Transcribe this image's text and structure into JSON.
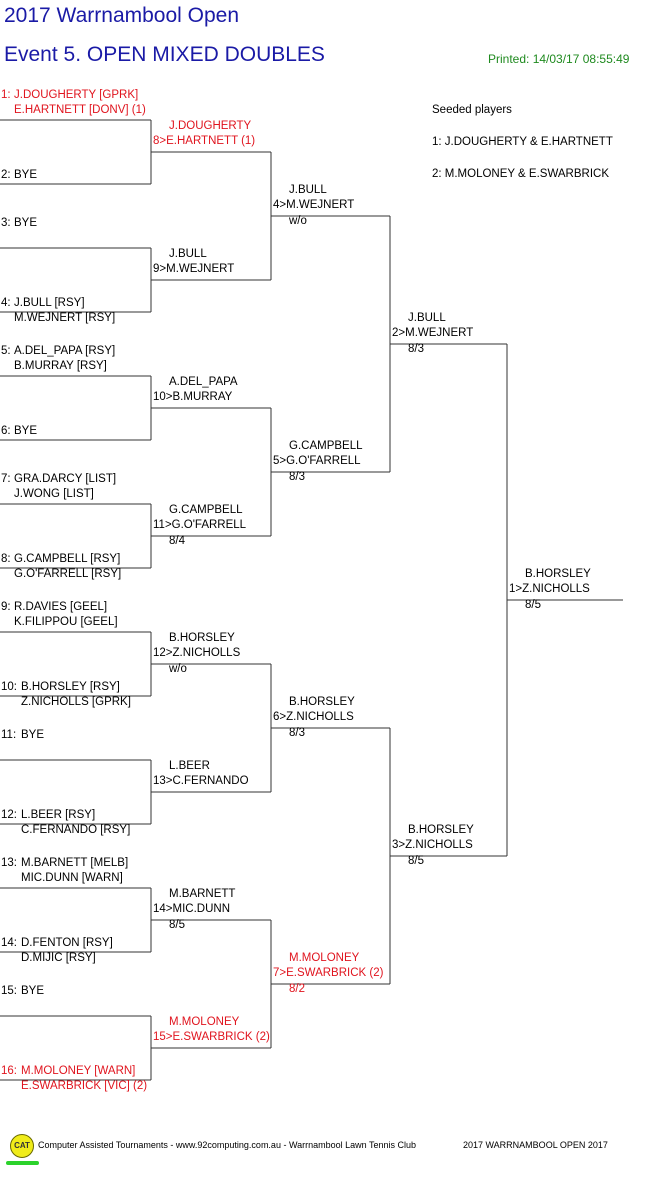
{
  "header": {
    "title": "2017 Warrnambool Open",
    "event": "Event 5. OPEN MIXED DOUBLES",
    "printed": "Printed: 14/03/17 08:55:49"
  },
  "seeded": {
    "heading": "Seeded players",
    "items": [
      "1: J.DOUGHERTY & E.HARTNETT",
      "2: M.MOLONEY & E.SWARBRICK"
    ]
  },
  "colors": {
    "title": "#1a1aa6",
    "seeded": "#e0141e",
    "printed": "#1f8a1f"
  },
  "draw": [
    {
      "num": "1:",
      "name1": "J.DOUGHERTY [GPRK]",
      "name2": "E.HARTNETT [DONV] (1)",
      "seeded": true
    },
    {
      "num": "2:",
      "name1": "BYE",
      "name2": "",
      "seeded": false
    },
    {
      "num": "3:",
      "name1": "BYE",
      "name2": "",
      "seeded": false
    },
    {
      "num": "4:",
      "name1": "J.BULL [RSY]",
      "name2": "M.WEJNERT [RSY]",
      "seeded": false
    },
    {
      "num": "5:",
      "name1": "A.DEL_PAPA [RSY]",
      "name2": "B.MURRAY [RSY]",
      "seeded": false
    },
    {
      "num": "6:",
      "name1": "BYE",
      "name2": "",
      "seeded": false
    },
    {
      "num": "7:",
      "name1": "GRA.DARCY [LIST]",
      "name2": "J.WONG [LIST]",
      "seeded": false
    },
    {
      "num": "8:",
      "name1": "G.CAMPBELL [RSY]",
      "name2": "G.O'FARRELL [RSY]",
      "seeded": false
    },
    {
      "num": "9:",
      "name1": "R.DAVIES [GEEL]",
      "name2": "K.FILIPPOU [GEEL]",
      "seeded": false
    },
    {
      "num": "10:",
      "name1": "B.HORSLEY [RSY]",
      "name2": "Z.NICHOLLS [GPRK]",
      "seeded": false
    },
    {
      "num": "11:",
      "name1": "BYE",
      "name2": "",
      "seeded": false
    },
    {
      "num": "12:",
      "name1": "L.BEER [RSY]",
      "name2": "C.FERNANDO [RSY]",
      "seeded": false
    },
    {
      "num": "13:",
      "name1": "M.BARNETT [MELB]",
      "name2": "MIC.DUNN [WARN]",
      "seeded": false
    },
    {
      "num": "14:",
      "name1": "D.FENTON [RSY]",
      "name2": "D.MIJIC [RSY]",
      "seeded": false
    },
    {
      "num": "15:",
      "name1": "BYE",
      "name2": "",
      "seeded": false
    },
    {
      "num": "16:",
      "name1": "M.MOLONEY [WARN]",
      "name2": "E.SWARBRICK [VIC] (2)",
      "seeded": true
    }
  ],
  "results": [
    {
      "line1": "J.DOUGHERTY",
      "line2": "8>E.HARTNETT (1)",
      "score": "",
      "seeded": true
    },
    {
      "line1": "J.BULL",
      "line2": "9>M.WEJNERT",
      "score": "",
      "seeded": false
    },
    {
      "line1": "A.DEL_PAPA",
      "line2": "10>B.MURRAY",
      "score": "",
      "seeded": false
    },
    {
      "line1": "G.CAMPBELL",
      "line2": "11>G.O'FARRELL",
      "score": "8/4",
      "seeded": false
    },
    {
      "line1": "B.HORSLEY",
      "line2": "12>Z.NICHOLLS",
      "score": "w/o",
      "seeded": false
    },
    {
      "line1": "L.BEER",
      "line2": "13>C.FERNANDO",
      "score": "",
      "seeded": false
    },
    {
      "line1": "M.BARNETT",
      "line2": "14>MIC.DUNN",
      "score": "8/5",
      "seeded": false
    },
    {
      "line1": "M.MOLONEY",
      "line2": "15>E.SWARBRICK (2)",
      "score": "",
      "seeded": true
    },
    {
      "line1": "J.BULL",
      "line2": "4>M.WEJNERT",
      "score": "w/o",
      "seeded": false
    },
    {
      "line1": "G.CAMPBELL",
      "line2": "5>G.O'FARRELL",
      "score": "8/3",
      "seeded": false
    },
    {
      "line1": "B.HORSLEY",
      "line2": "6>Z.NICHOLLS",
      "score": "8/3",
      "seeded": false
    },
    {
      "line1": "M.MOLONEY",
      "line2": "7>E.SWARBRICK (2)",
      "score": "8/2",
      "seeded": true
    },
    {
      "line1": "J.BULL",
      "line2": "2>M.WEJNERT",
      "score": "8/3",
      "seeded": false
    },
    {
      "line1": "B.HORSLEY",
      "line2": "3>Z.NICHOLLS",
      "score": "8/5",
      "seeded": false
    },
    {
      "line1": "B.HORSLEY",
      "line2": "1>Z.NICHOLLS",
      "score": "8/5",
      "seeded": false
    }
  ],
  "footer": {
    "logo": "CAT",
    "text": "Computer Assisted Tournaments - www.92computing.com.au -  Warrnambool Lawn Tennis Club",
    "right": "2017 WARRNAMBOOL OPEN 2017"
  }
}
